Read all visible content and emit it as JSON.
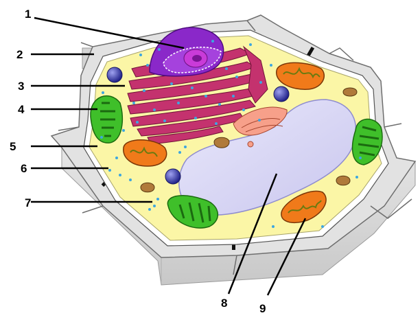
{
  "labels": [
    {
      "id": "1",
      "text": "1"
    },
    {
      "id": "2",
      "text": "2"
    },
    {
      "id": "3",
      "text": "3"
    },
    {
      "id": "4",
      "text": "4"
    },
    {
      "id": "5",
      "text": "5"
    },
    {
      "id": "6",
      "text": "6"
    },
    {
      "id": "7",
      "text": "7"
    },
    {
      "id": "8",
      "text": "8"
    },
    {
      "id": "9",
      "text": "9"
    }
  ],
  "colors": {
    "cell_wall": "#d9d9d9",
    "cytoplasm": "#fbf6a6",
    "vacuole": "#d8d6f2",
    "nucleus": "#8a28c9",
    "nucleolus": "#c93bd8",
    "golgi_er": "#c4326e",
    "chloroplast": "#3fbf2a",
    "mitochondrion": "#f07a1a",
    "vesicle": "#3a3cb0",
    "ribosome": "#3da6e0"
  }
}
